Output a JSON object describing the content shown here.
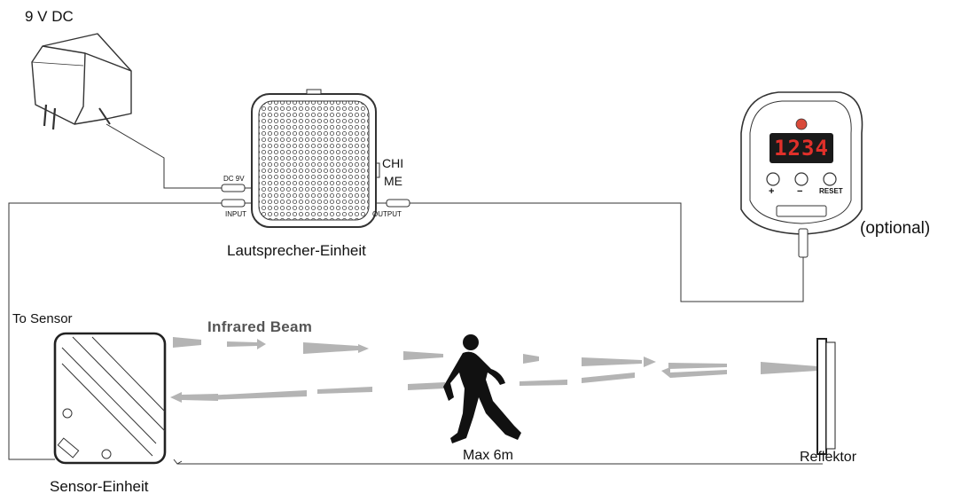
{
  "labels": {
    "power": "9 V DC",
    "speaker_unit": "Lautsprecher-Einheit",
    "optional": "(optional)",
    "to_sensor": "To Sensor",
    "infrared_beam": "Infrared Beam",
    "max_distance": "Max 6m",
    "reflector": "Reflektor",
    "sensor_unit": "Sensor-Einheit"
  },
  "speaker": {
    "port_dc": "DC 9V",
    "port_input": "INPUT",
    "port_output": "OUTPUT",
    "switch_top": "CHI",
    "switch_bottom": "ME"
  },
  "counter": {
    "display": "1234",
    "btn_plus": "+",
    "btn_minus": "−",
    "btn_reset": "RESET"
  },
  "colors": {
    "line": "#333333",
    "beam": "#b4b4b4",
    "display_bg": "#1a1a1a",
    "display_digits": "#e0302a",
    "led": "#d94a3a"
  }
}
